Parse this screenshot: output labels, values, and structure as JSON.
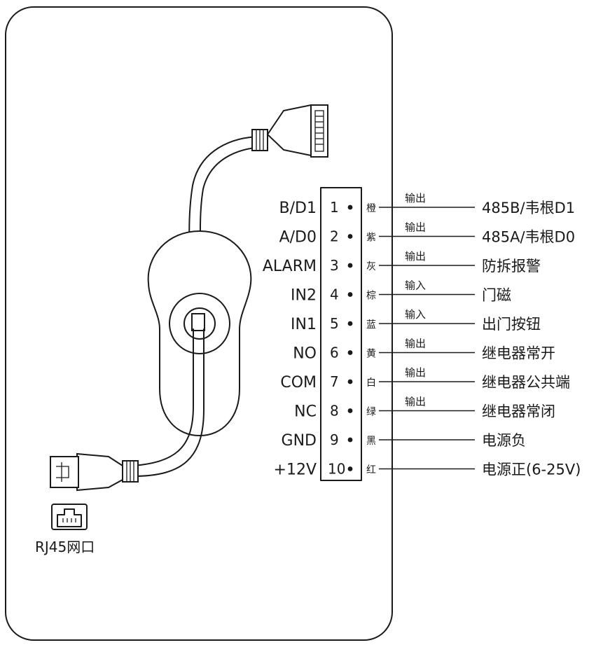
{
  "pins": [
    {
      "name": "B/D1",
      "number": "1",
      "wire_color": "橙",
      "direction": "输出",
      "function": "485B/韦根D1"
    },
    {
      "name": "A/D0",
      "number": "2",
      "wire_color": "紫",
      "direction": "输出",
      "function": "485A/韦根D0"
    },
    {
      "name": "ALARM",
      "number": "3",
      "wire_color": "灰",
      "direction": "输出",
      "function": "防拆报警"
    },
    {
      "name": "IN2",
      "number": "4",
      "wire_color": "棕",
      "direction": "输入",
      "function": "门磁"
    },
    {
      "name": "IN1",
      "number": "5",
      "wire_color": "蓝",
      "direction": "输入",
      "function": "出门按钮"
    },
    {
      "name": "NO",
      "number": "6",
      "wire_color": "黄",
      "direction": "输出",
      "function": "继电器常开"
    },
    {
      "name": "COM",
      "number": "7",
      "wire_color": "白",
      "direction": "输出",
      "function": "继电器公共端"
    },
    {
      "name": "NC",
      "number": "8",
      "wire_color": "绿",
      "direction": "输出",
      "function": "继电器常闭"
    },
    {
      "name": "GND",
      "number": "9",
      "wire_color": "黑",
      "direction": "",
      "function": "电源负"
    },
    {
      "name": "+12V",
      "number": "10",
      "wire_color": "红",
      "direction": "",
      "function": "电源正(6-25V)"
    }
  ],
  "rj45": {
    "label": "RJ45网口",
    "icon": "ethernet-port-icon"
  }
}
